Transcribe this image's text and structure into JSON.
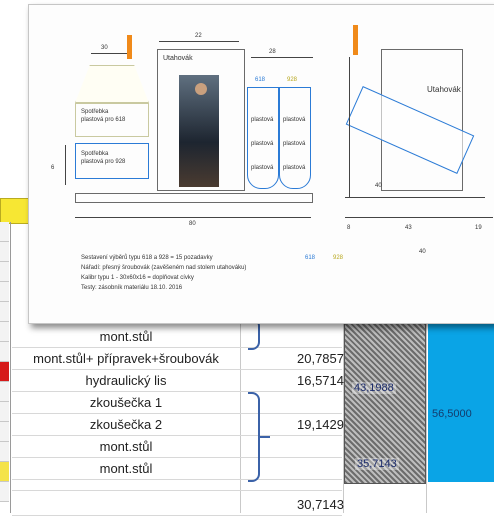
{
  "sheet": {
    "title": "g…",
    "rows": [
      {
        "op": "mont.stůl",
        "val": ""
      },
      {
        "op": "mont.stůl+ přípravek+šroubovák",
        "val": "20,7857"
      },
      {
        "op": "hydraulický lis",
        "val": "16,5714"
      },
      {
        "op": "zkoušečka 1",
        "val": ""
      },
      {
        "op": "zkoušečka 2",
        "val": "19,1429"
      },
      {
        "op": "mont.stůl",
        "val": ""
      },
      {
        "op": "mont.stůl",
        "val": ""
      },
      {
        "op": "",
        "val": ""
      },
      {
        "op": "",
        "val": "30,7143"
      }
    ],
    "hatch_top": "43,1988",
    "hatch_bottom": "35,7143",
    "blue_value": "56,5000",
    "colors": {
      "yellow": "#f7e733",
      "blue": "#0aa4e6",
      "red": "#d61a1a"
    }
  },
  "diagram": {
    "dims": {
      "d30": "30",
      "d22": "22",
      "d28": "28",
      "d6": "6",
      "d80": "80",
      "d43": "43",
      "d8": "8",
      "d19": "19",
      "d40": "40"
    },
    "labels": {
      "utahovak": "Utahovák",
      "utahovak_right": "Utahovák",
      "space1": "Spotřebka",
      "space1b": "plastová pro 618",
      "space2": "Spotřebka",
      "space2b": "plastová pro 928",
      "col_blue": "618",
      "col_yellow": "928",
      "cells": [
        "plastová",
        "plastová",
        "plastová",
        "plastová",
        "plastová",
        "plastová"
      ]
    },
    "notes": [
      "Sestavení výběrů typu 618 a 928 = 15 pozadavky",
      "Nářadí: přesný šroubovák (zavěšeném nad stolem utahováku)",
      "Kalibr typu 1 - 30x60x16 = doplňovat cívky",
      "Testy: zásobník materiálu 18.10. 2016"
    ],
    "note_618": "618",
    "note_928": "928"
  }
}
